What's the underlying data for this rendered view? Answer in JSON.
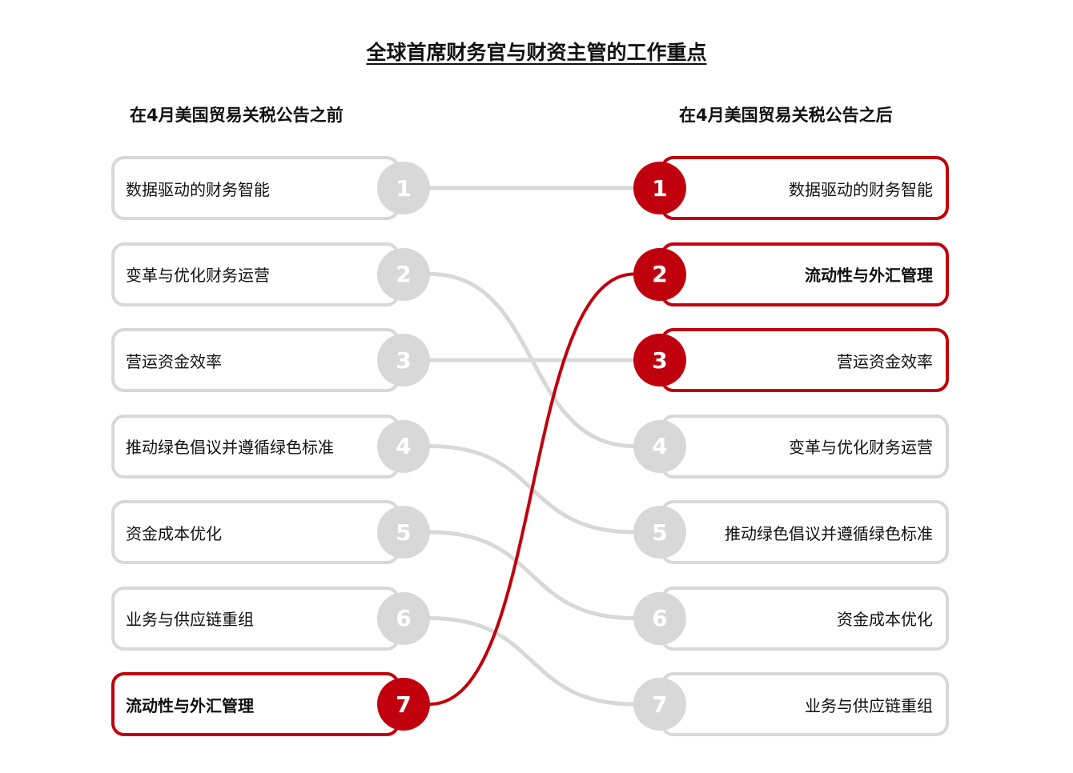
{
  "title": "全球首席财务官与财资主管的工作重点",
  "before_heading": "在4月美国贸易关税公告之前",
  "after_heading": "在4月美国贸易关税公告之后",
  "colors": {
    "highlight": "#c0000c",
    "neutral": "#d8d8d8"
  },
  "before": [
    {
      "rank": "1",
      "label": "数据驱动的财务智能",
      "highlight": false
    },
    {
      "rank": "2",
      "label": "变革与优化财务运营",
      "highlight": false
    },
    {
      "rank": "3",
      "label": "营运资金效率",
      "highlight": false
    },
    {
      "rank": "4",
      "label": "推动绿色倡议并遵循绿色标准",
      "highlight": false
    },
    {
      "rank": "5",
      "label": "资金成本优化",
      "highlight": false
    },
    {
      "rank": "6",
      "label": "业务与供应链重组",
      "highlight": false
    },
    {
      "rank": "7",
      "label": "流动性与外汇管理",
      "highlight": true
    }
  ],
  "after": [
    {
      "rank": "1",
      "label": "数据驱动的财务智能",
      "highlight": true
    },
    {
      "rank": "2",
      "label": "流动性与外汇管理",
      "highlight": true
    },
    {
      "rank": "3",
      "label": "营运资金效率",
      "highlight": true
    },
    {
      "rank": "4",
      "label": "变革与优化财务运营",
      "highlight": false
    },
    {
      "rank": "5",
      "label": "推动绿色倡议并遵循绿色标准",
      "highlight": false
    },
    {
      "rank": "6",
      "label": "资金成本优化",
      "highlight": false
    },
    {
      "rank": "7",
      "label": "业务与供应链重组",
      "highlight": false
    }
  ],
  "links": [
    {
      "from": 1,
      "to": 1,
      "highlight": false
    },
    {
      "from": 2,
      "to": 4,
      "highlight": false
    },
    {
      "from": 3,
      "to": 3,
      "highlight": false
    },
    {
      "from": 4,
      "to": 5,
      "highlight": false
    },
    {
      "from": 5,
      "to": 6,
      "highlight": false
    },
    {
      "from": 6,
      "to": 7,
      "highlight": false
    },
    {
      "from": 7,
      "to": 2,
      "highlight": true
    }
  ]
}
